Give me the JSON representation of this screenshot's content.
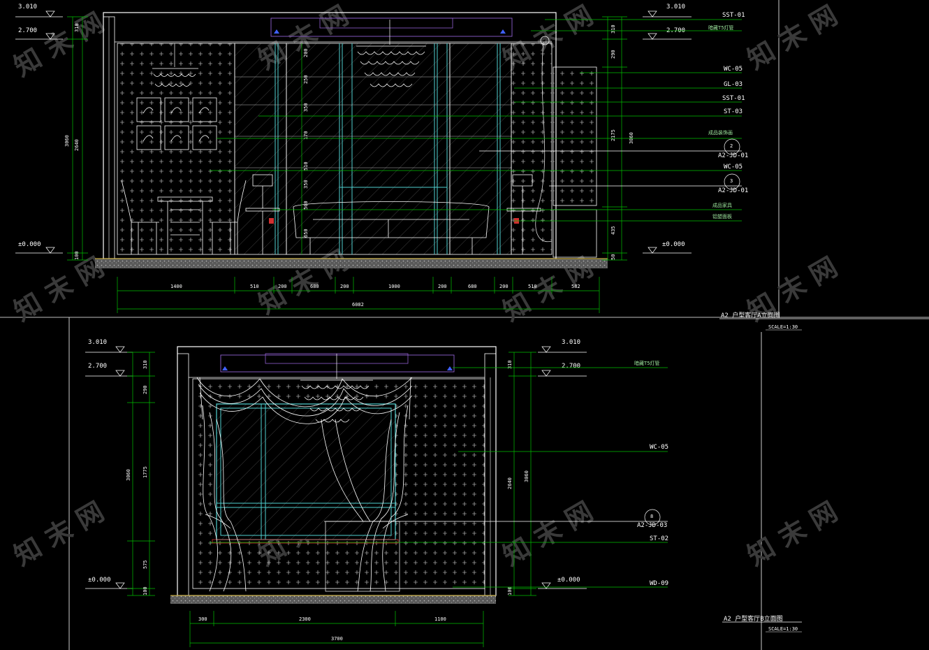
{
  "colors": {
    "background": "#000000",
    "line_white": "#ffffff",
    "leader_green": "#00c000",
    "frame_cyan": "#4fd0d0",
    "ceiling_purple": "#9060d0",
    "accent_red": "#d03030",
    "floor_gray": "#8a8a8a"
  },
  "watermark": "知 末 网",
  "elevation_a": {
    "title": "A2 户型客厅A立面图",
    "scale": "SCALE=1:30",
    "levels": {
      "top": "3.010",
      "ceiling": "2.700",
      "floor": "±0.000"
    },
    "leaders": [
      {
        "label": "SST-01"
      },
      {
        "label": "暗藏T5灯管"
      },
      {
        "label": "WC-05"
      },
      {
        "label": "GL-03"
      },
      {
        "label": "SST-01"
      },
      {
        "label": "ST-03"
      },
      {
        "label": "成品装饰画"
      },
      {
        "label": "WC-05"
      },
      {
        "label": "成品家具"
      },
      {
        "label": "铝塑面板"
      }
    ],
    "callouts": [
      {
        "num": "2",
        "ref": "A2-JD-01"
      },
      {
        "num": "3",
        "ref": "A2-JD-01"
      }
    ],
    "vertical_dims_left": [
      "310",
      "2640",
      "3060",
      "100"
    ],
    "vertical_dims_right": [
      "310",
      "290",
      "2175",
      "3060",
      "435",
      "50"
    ],
    "segment_dims": [
      "200",
      "250",
      "350",
      "170",
      "510",
      "350",
      "500",
      "650"
    ],
    "bottom_dims": [
      "1400",
      "510",
      "200",
      "680",
      "200",
      "1000",
      "200",
      "680",
      "200",
      "510",
      "582"
    ],
    "total": "6082"
  },
  "elevation_b": {
    "title": "A2 户型客厅B立面图",
    "scale": "SCALE=1:30",
    "levels": {
      "top": "3.010",
      "ceiling": "2.700",
      "floor": "±0.000"
    },
    "leaders": [
      {
        "label": "暗藏T5灯管"
      },
      {
        "label": "WC-05"
      },
      {
        "label": "ST-02"
      },
      {
        "label": "WD-09"
      }
    ],
    "callouts": [
      {
        "num": "8",
        "ref": "A2-JD-03"
      }
    ],
    "vertical_dims_left": [
      "310",
      "290",
      "3060",
      "1775",
      "575",
      "100"
    ],
    "vertical_dims_right": [
      "310",
      "2640",
      "3060",
      "100"
    ],
    "bottom_dims": [
      "300",
      "2300",
      "1100"
    ],
    "total": "3700"
  }
}
